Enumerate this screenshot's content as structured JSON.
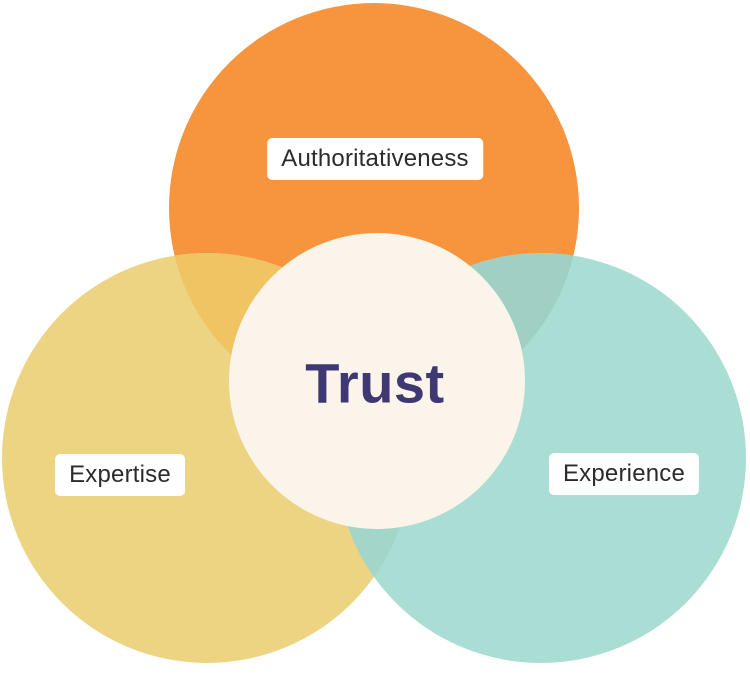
{
  "colors": {
    "page-background": "#ffffff",
    "circle-authoritativeness": "#F7953F",
    "circle-expertise": "#EDD483",
    "circle-experience": "#AADDD3",
    "overlap-authoritativeness-expertise": "#F0C462",
    "overlap-authoritativeness-experience": "#A0D0C4",
    "overlap-expertise-experience": "#A3D6C9",
    "center-circle": "#FBF4EA",
    "center-text": "#3F3873",
    "label-text": "#2B2B2B",
    "label-background": "#FFFFFF"
  },
  "diagram": {
    "type": "venn",
    "center_label": "Trust",
    "sets": [
      {
        "id": "authoritativeness",
        "label": "Authoritativeness",
        "position": "top"
      },
      {
        "id": "expertise",
        "label": "Expertise",
        "position": "bottom-left"
      },
      {
        "id": "experience",
        "label": "Experience",
        "position": "bottom-right"
      }
    ]
  }
}
